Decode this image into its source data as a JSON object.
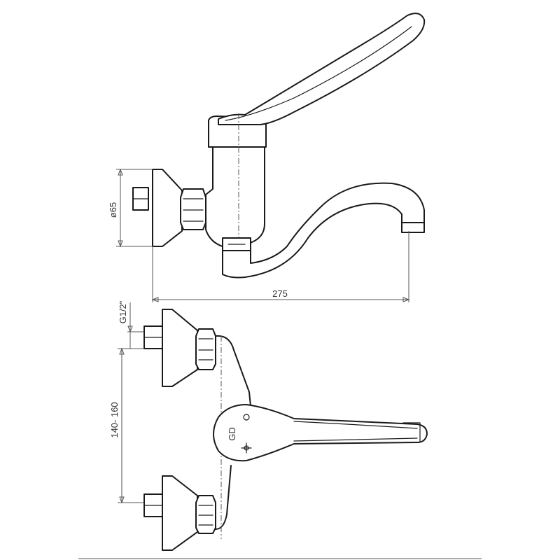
{
  "dimensions": {
    "diameter_label": "ø65",
    "width_label": "275",
    "thread_label": "G1/2\"",
    "spacing_label": "140- 160"
  },
  "logo_text": "GD",
  "colors": {
    "line": "#1a1a1a",
    "dimension": "#555555",
    "background": "#ffffff"
  }
}
